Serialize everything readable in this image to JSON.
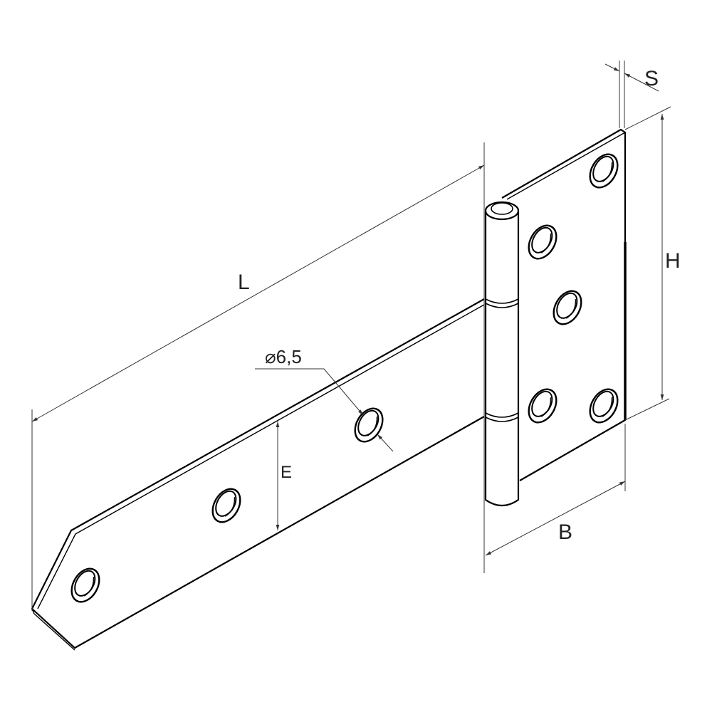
{
  "dimensions": {
    "length": "L",
    "height": "H",
    "width": "B",
    "thickness": "S",
    "hole_offset": "E",
    "hole_diameter": "⌀6,5"
  },
  "colors": {
    "line": "#000000",
    "dimension": "#333333",
    "background": "#ffffff"
  }
}
